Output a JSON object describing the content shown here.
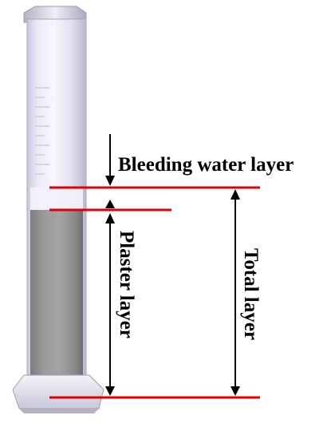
{
  "labels": {
    "bleeding": "Bleeding water layer",
    "plaster": "Plaster layer",
    "total": "Total layer"
  },
  "colors": {
    "marker_line": "#e00000",
    "arrow": "#000000",
    "text": "#000000",
    "plaster_fill": "#8e8e90",
    "glass_tint": "#e9e8f3"
  }
}
